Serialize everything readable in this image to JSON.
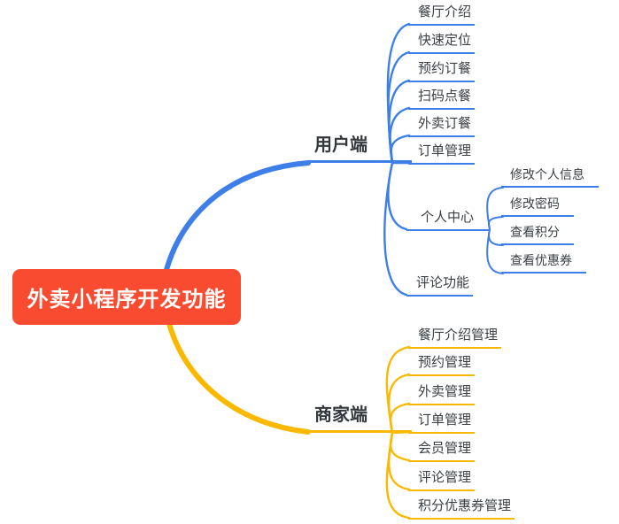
{
  "diagram_type": "mindmap",
  "root": {
    "label": "外卖小程序开发功能"
  },
  "colors": {
    "root_bg": "#f94b30",
    "root_text": "#ffffff",
    "user_branch": "#3d7ee8",
    "merchant_branch": "#fab900",
    "label_text": "#3b4045"
  },
  "user_branch": {
    "label": "用户端",
    "items": [
      {
        "label": "餐厅介绍"
      },
      {
        "label": "快速定位"
      },
      {
        "label": "预约订餐"
      },
      {
        "label": "扫码点餐"
      },
      {
        "label": "外卖订餐"
      },
      {
        "label": "订单管理"
      },
      {
        "label": "个人中心",
        "children": [
          {
            "label": "修改个人信息"
          },
          {
            "label": "修改密码"
          },
          {
            "label": "查看积分"
          },
          {
            "label": "查看优惠券"
          }
        ]
      },
      {
        "label": "评论功能"
      }
    ]
  },
  "merchant_branch": {
    "label": "商家端",
    "items": [
      {
        "label": "餐厅介绍管理"
      },
      {
        "label": "预约管理"
      },
      {
        "label": "外卖管理"
      },
      {
        "label": "订单管理"
      },
      {
        "label": "会员管理"
      },
      {
        "label": "评论管理"
      },
      {
        "label": "积分优惠券管理"
      }
    ]
  }
}
